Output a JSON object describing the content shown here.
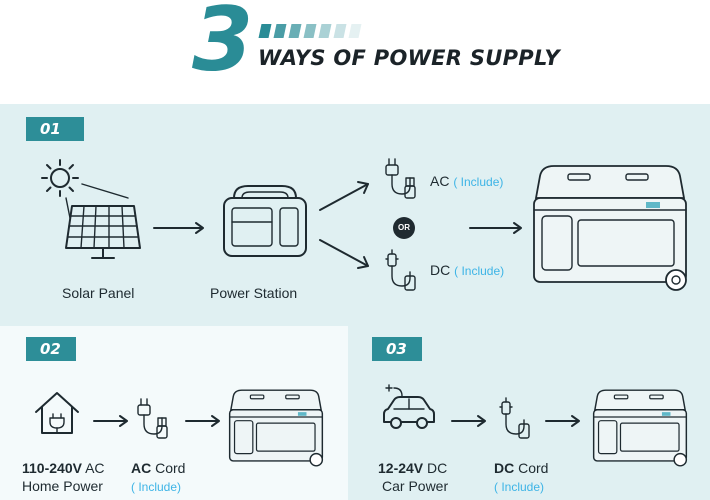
{
  "header": {
    "number": "3",
    "title": "WAYS OF POWER SUPPLY"
  },
  "section1": {
    "badge": "01",
    "solar_label": "Solar Panel",
    "station_label": "Power Station",
    "ac_label": "AC",
    "ac_include": "( Include)",
    "or_label": "OR",
    "dc_label": "DC",
    "dc_include": "( Include)"
  },
  "section2": {
    "badge": "02",
    "source_bold": "110-240V",
    "source_rest": " AC",
    "source_line2": "Home Power",
    "cord_bold": "AC",
    "cord_rest": " Cord",
    "cord_include": "( Include)"
  },
  "section3": {
    "badge": "03",
    "source_bold": "12-24V",
    "source_rest": " DC",
    "source_line2": "Car Power",
    "cord_bold": "DC",
    "cord_rest": " Cord",
    "cord_include": "( Include)"
  },
  "colors": {
    "accent": "#2a8c96",
    "panel_bg": "#e0f0f2",
    "include_text": "#3db4e6"
  },
  "icons": [
    "sun-icon",
    "solar-panel-icon",
    "power-station-icon",
    "ac-plug-icon",
    "dc-plug-icon",
    "fridge-icon",
    "house-icon",
    "car-icon",
    "arrow-icon"
  ]
}
